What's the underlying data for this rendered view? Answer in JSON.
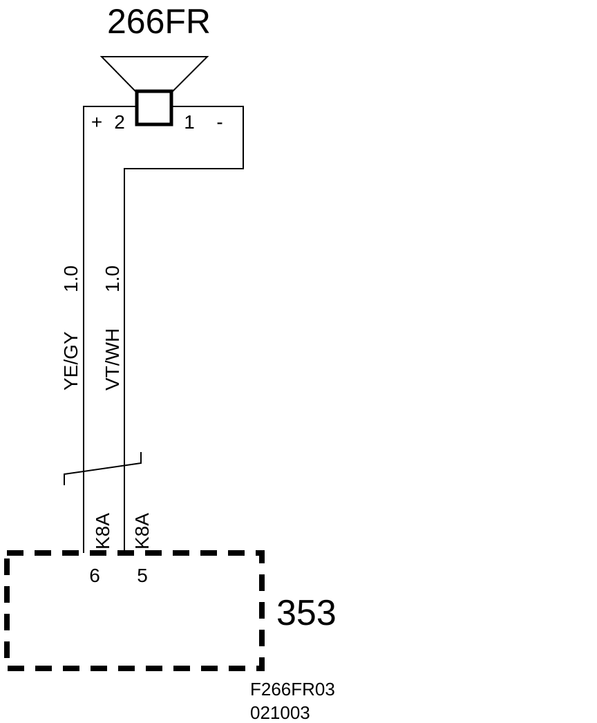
{
  "speaker": {
    "id": "266FR",
    "pin_plus": "+",
    "pin_plus_num": "2",
    "pin_minus_num": "1",
    "pin_minus": "-"
  },
  "wires": [
    {
      "color": "YE/GY",
      "gauge": "1.0",
      "connector": "K8A",
      "pin": "6"
    },
    {
      "color": "VT/WH",
      "gauge": "1.0",
      "connector": "K8A",
      "pin": "5"
    }
  ],
  "module": {
    "id": "353"
  },
  "footer": {
    "ref": "F266FR03",
    "date": "021003"
  }
}
